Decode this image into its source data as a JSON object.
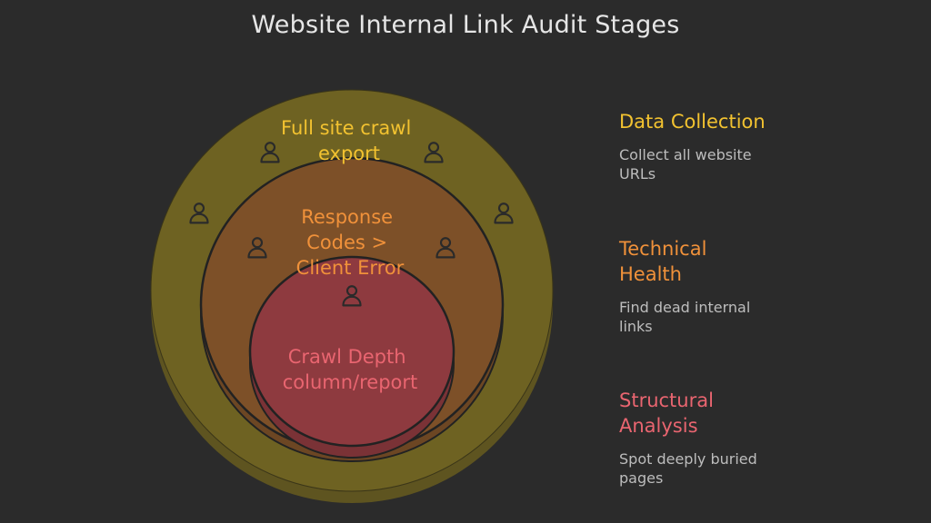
{
  "title": "Website Internal Link Audit Stages",
  "colors": {
    "background": "#2b2b2b",
    "outer_ring": "#6e6222",
    "middle_ring": "#7d5028",
    "inner_ring": "#8e3a3f",
    "stroke": "#222222",
    "yellow": "#f2c230",
    "orange": "#f0913a",
    "red": "#e96570"
  },
  "rings": {
    "outer": {
      "label_lines": [
        "Full site crawl",
        "export"
      ]
    },
    "middle": {
      "label_lines": [
        "Response",
        "Codes >",
        "Client Error"
      ]
    },
    "inner": {
      "label_lines": [
        "Crawl Depth",
        "column/report"
      ]
    }
  },
  "icons": [
    "person-icon"
  ],
  "stages": [
    {
      "heading_lines": [
        "Data Collection"
      ],
      "description_lines": [
        "Collect all website",
        "URLs"
      ]
    },
    {
      "heading_lines": [
        "Technical",
        "Health"
      ],
      "description_lines": [
        "Find dead internal",
        "links"
      ]
    },
    {
      "heading_lines": [
        "Structural",
        "Analysis"
      ],
      "description_lines": [
        "Spot deeply buried",
        "pages"
      ]
    }
  ]
}
